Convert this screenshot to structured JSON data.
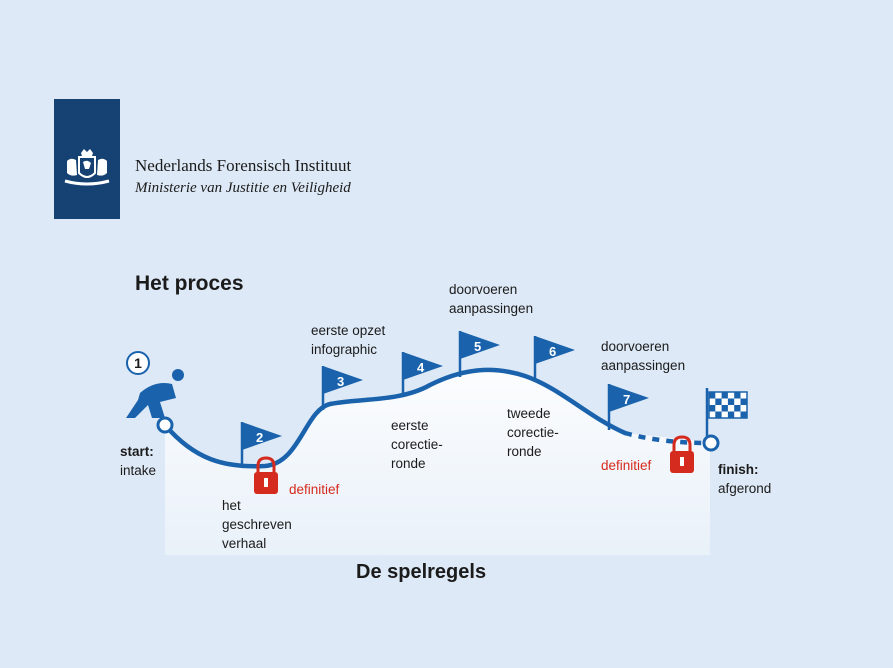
{
  "logo": {
    "icon": "rijkswapen-crest-icon",
    "name": "Nederlands Forensisch Instituut",
    "ministry": "Ministerie van Justitie en Veiligheid",
    "bar_color": "#154273"
  },
  "heading": "Het proces",
  "footer_title": "De spelregels",
  "colors": {
    "route": "#1a63ac",
    "lock": "#d52b1e",
    "background": "#dde9f6"
  },
  "start": {
    "number": "1",
    "label": "start:",
    "sublabel": "intake",
    "icon": "cyclist-icon"
  },
  "finish": {
    "label": "finish:",
    "sublabel": "afgerond",
    "icon": "checkered-flag-icon"
  },
  "flags": [
    {
      "number": "2",
      "lines": [
        "het",
        "geschreven",
        "verhaal"
      ]
    },
    {
      "number": "3",
      "lines": [
        "eerste opzet",
        "infographic"
      ]
    },
    {
      "number": "4",
      "lines": [
        "eerste",
        "corectie-",
        "ronde"
      ]
    },
    {
      "number": "5",
      "lines": [
        "doorvoeren",
        "aanpassingen"
      ]
    },
    {
      "number": "6",
      "lines": [
        "tweede",
        "corectie-",
        "ronde"
      ]
    },
    {
      "number": "7",
      "lines": [
        "doorvoeren",
        "aanpassingen"
      ]
    }
  ],
  "locks": [
    {
      "label": "definitief",
      "icon": "padlock-icon"
    },
    {
      "label": "definitief",
      "icon": "padlock-icon"
    }
  ]
}
